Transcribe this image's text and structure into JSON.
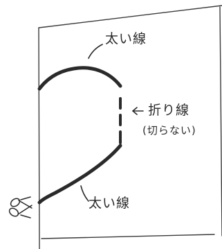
{
  "labels": {
    "thick_line_top": "太い線",
    "fold_line": "折り線",
    "fold_line_note": "(切らない)",
    "thick_line_bottom": "太い線"
  },
  "icons": {
    "fold_arrow": "left-arrow",
    "cut_marker": "scissors-icon"
  },
  "colors": {
    "ink": "#2a2a2a",
    "background": "#ffffff"
  }
}
